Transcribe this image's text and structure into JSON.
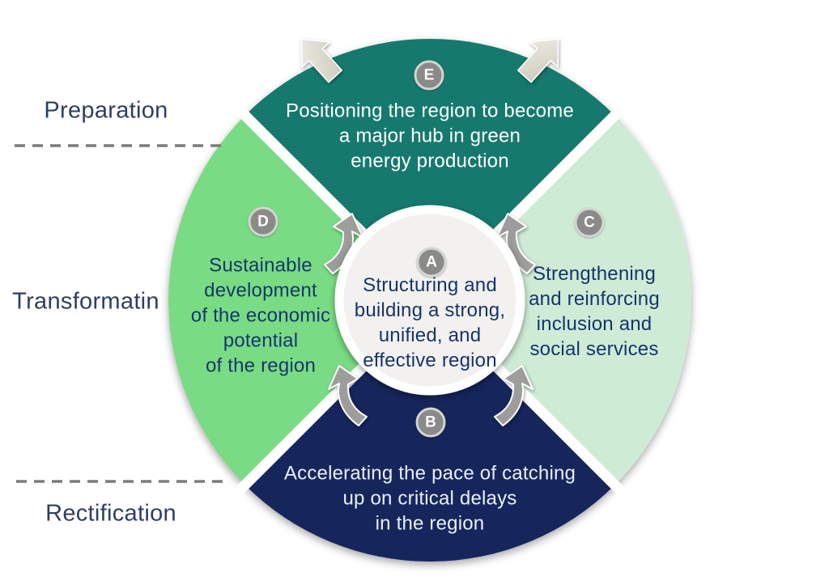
{
  "diagram": {
    "center_circle": {
      "id": "A",
      "text": "Structuring and\nbuilding a strong,\nunified, and\neffective region",
      "bg_color": "#F2F1EF"
    },
    "segments": [
      {
        "id": "E",
        "position": "top",
        "color": "#15796D",
        "text_color": "#FFFFFF",
        "label": "Positioning the region to become\na major hub in green\nenergy production"
      },
      {
        "id": "C",
        "position": "right",
        "color": "#CEEBD6",
        "text_color": "#16356B",
        "label": "Strengthening\nand reinforcing\ninclusion and\nsocial services"
      },
      {
        "id": "B",
        "position": "bottom",
        "color": "#13265C",
        "text_color": "#E9F1F9",
        "label": "Accelerating the pace of catching\nup on critical delays\nin the region"
      },
      {
        "id": "D",
        "position": "left",
        "color": "#79DC84",
        "text_color": "#16356B",
        "label": "Sustainable\ndevelopment\nof the economic\npotential\nof the region"
      }
    ],
    "phases": [
      {
        "label": "Preparation"
      },
      {
        "label": "Transformatin"
      },
      {
        "label": "Rectification"
      }
    ],
    "icons": {
      "flow_arrows": [
        "curved-arrow-d-to-e",
        "curved-arrow-c-to-e",
        "curved-arrow-b-to-d",
        "curved-arrow-b-to-c"
      ],
      "exit_arrows": [
        "arrow-out-top-left",
        "arrow-out-top-right"
      ]
    },
    "colors": {
      "segment_top_teal": "#15796D",
      "segment_right_light_green": "#CEEBD6",
      "segment_bottom_navy": "#13265C",
      "segment_left_green": "#79DC84",
      "center_circle_bg": "#F2F1EF",
      "text_navy": "#16356B",
      "text_light": "#E9F1F9",
      "badge_gray": "#8A8A88",
      "flow_arrow_gray": "#9D9D9B",
      "exit_arrow_beige": "#DCD8CC",
      "phase_label_navy": "#2E3E63",
      "separator_gray": "#7B7B7B"
    }
  }
}
